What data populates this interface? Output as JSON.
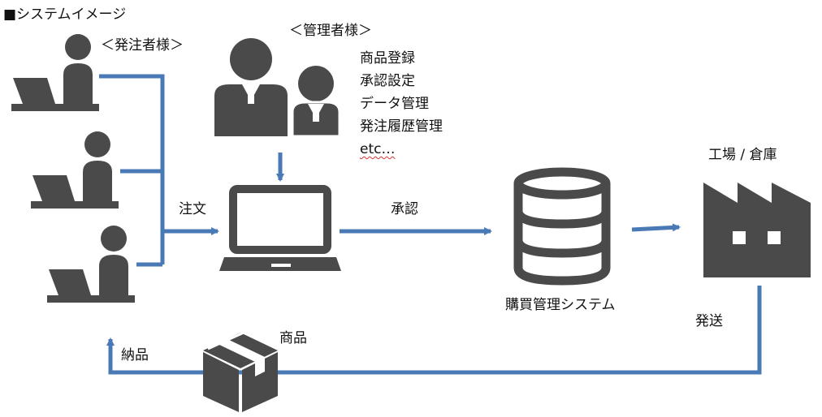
{
  "title": "■システムイメージ",
  "orderers": {
    "label": "＜発注者様＞"
  },
  "admins": {
    "label": "＜管理者様＞",
    "tasks": [
      "商品登録",
      "承認設定",
      "データ管理",
      "発注履歴管理",
      "etc…"
    ]
  },
  "flow": {
    "order_label": "注文",
    "approve_label": "承認",
    "ship_label": "発送",
    "delivery_label": "納品",
    "product_label": "商品"
  },
  "system": {
    "label": "購買管理システム"
  },
  "factory": {
    "label": "工場 / 倉庫"
  },
  "colors": {
    "arrow": "#4a7ab5",
    "icon": "#4a4a4a"
  },
  "icons": [
    "person-at-laptop-icon",
    "admin-people-icon",
    "laptop-icon",
    "database-icon",
    "factory-icon",
    "cardboard-box-icon"
  ]
}
